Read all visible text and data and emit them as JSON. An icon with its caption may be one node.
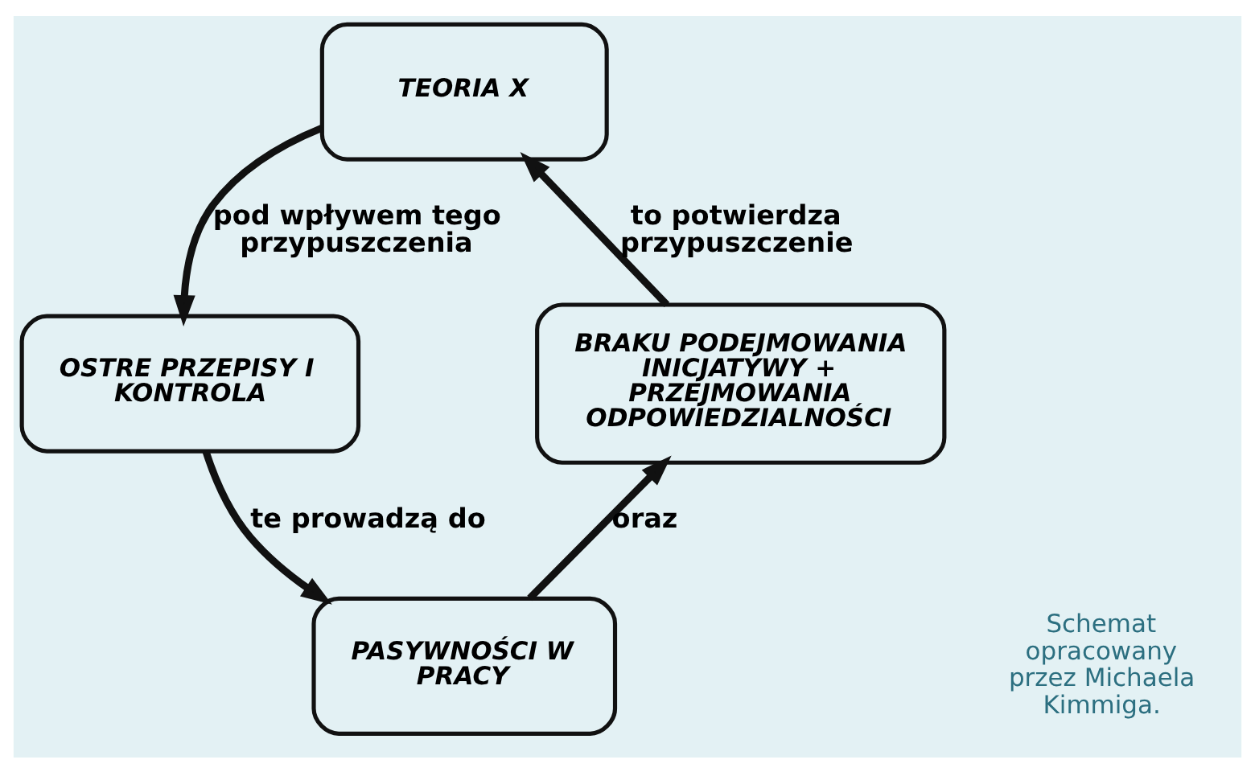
{
  "diagram": {
    "nodes": [
      {
        "text": [
          "TEORIA X"
        ]
      },
      {
        "text": [
          "OSTRE PRZEPISY I KONTROLA"
        ]
      },
      {
        "text": [
          "PASYWNOŚCI W PRACY"
        ]
      },
      {
        "text": [
          "BRAKU PODEJMOWANIA INICJATYWY + PRZEJMOWANIA ODPOWIEDZIALNOŚCI"
        ]
      }
    ],
    "edges": [
      {
        "from": 0,
        "to": 1,
        "arrow": "to",
        "label": "pod wpływem tego przypuszczenia"
      },
      {
        "from": 1,
        "to": 2,
        "arrow": "to",
        "label": "te prowadzą do"
      },
      {
        "from": 2,
        "to": 3,
        "arrow": "to",
        "label": "oraz"
      },
      {
        "from": 3,
        "to": 0,
        "arrow": "to",
        "label": "to potwierdza przypuszczenie"
      }
    ],
    "labels": [
      "Schemat opracowany przez Michaela Kimmiga."
    ]
  }
}
